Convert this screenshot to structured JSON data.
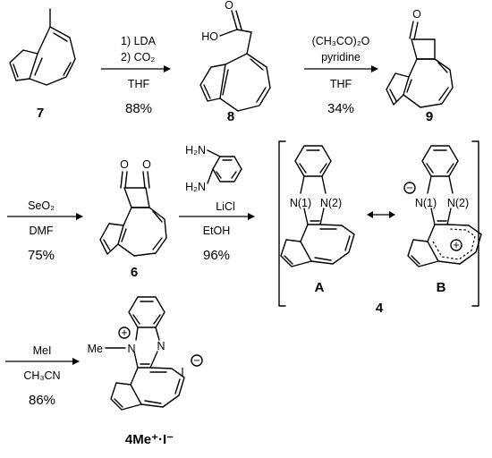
{
  "compounds": {
    "c7": "7",
    "c8": "8",
    "c9": "9",
    "c6": "6",
    "cA": "A",
    "cB": "B",
    "c4": "4",
    "c4me": "4Me⁺·I⁻"
  },
  "atoms": {
    "ho": "HO",
    "o": "O",
    "nh2": "H₂N",
    "n1": "N(1)",
    "n2": "N(2)",
    "me": "Me",
    "iodide": "I",
    "plus": "+",
    "minus": "−"
  },
  "steps": {
    "s1": {
      "line1": "1) LDA",
      "line2": "2) CO₂",
      "solvent": "THF",
      "yield": "88%"
    },
    "s2": {
      "line1": "(CH₃CO)₂O",
      "line2": "pyridine",
      "solvent": "THF",
      "yield": "34%"
    },
    "s3": {
      "reagent": "SeO₂",
      "solvent": "DMF",
      "yield": "75%"
    },
    "s4": {
      "additive": "LiCl",
      "solvent": "EtOH",
      "yield": "96%"
    },
    "s5": {
      "reagent": "MeI",
      "solvent": "CH₃CN",
      "yield": "86%"
    }
  }
}
